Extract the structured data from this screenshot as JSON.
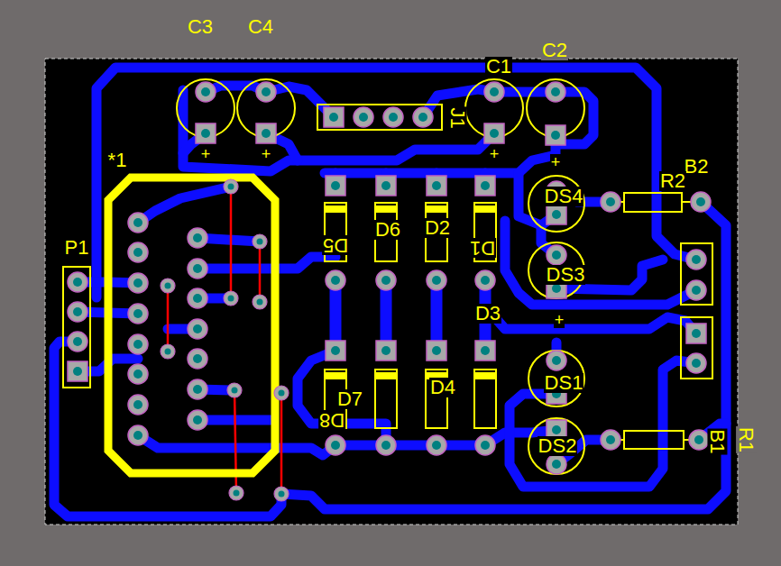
{
  "diagram": {
    "labels": [
      "C3",
      "C4",
      "C1",
      "C2",
      "J1",
      "*1",
      "P1",
      "+",
      "+",
      "+",
      "+",
      "B2",
      "R2",
      "DS4",
      "D5",
      "D6",
      "D2",
      "D1",
      "DS3",
      "+",
      "D3",
      "D4",
      "DS1",
      "D7",
      "D8",
      "DS2",
      "B1",
      "R1"
    ]
  }
}
